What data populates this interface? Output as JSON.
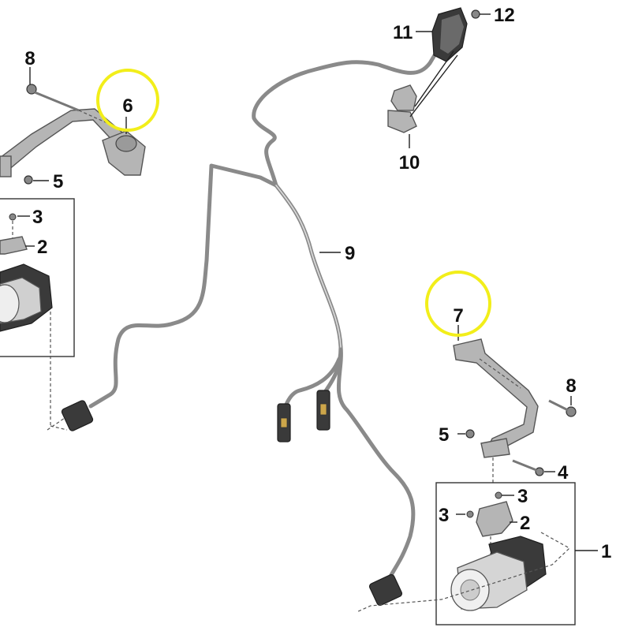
{
  "colors": {
    "highlight": "#f2ee1a",
    "part": "#b5b5b5",
    "line": "#222222"
  },
  "labels": {
    "p1": "1",
    "p2_left": "2",
    "p2_right": "2",
    "p3_left": "3",
    "p3_right_a": "3",
    "p3_right_b": "3",
    "p4": "4",
    "p5_left": "5",
    "p5_right": "5",
    "p6": "6",
    "p7": "7",
    "p8_left": "8",
    "p8_right": "8",
    "p9": "9",
    "p10": "10",
    "p11": "11",
    "p12": "12"
  }
}
